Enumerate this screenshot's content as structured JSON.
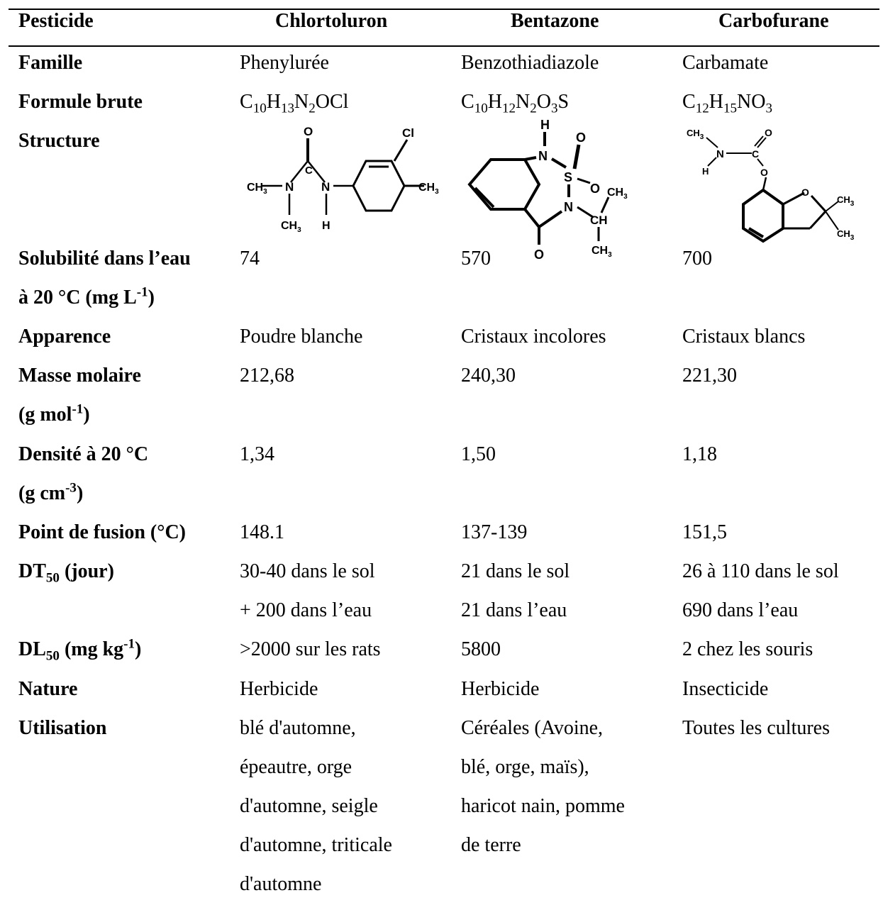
{
  "header": {
    "pesticide": "Pesticide",
    "chlortoluron": "Chlortoluron",
    "bentazone": "Bentazone",
    "carbofurane": "Carbofurane"
  },
  "famille": {
    "label": "Famille",
    "c1": "Phenylurée",
    "c2": "Benzothiadiazole",
    "c3": "Carbamate"
  },
  "formule": {
    "label": "Formule brute",
    "c1": [
      [
        "C",
        ""
      ],
      [
        "10",
        "sub"
      ],
      [
        "H",
        ""
      ],
      [
        "13",
        "sub"
      ],
      [
        "N",
        ""
      ],
      [
        "2",
        "sub"
      ],
      [
        "OCl",
        ""
      ]
    ],
    "c2": [
      [
        "C",
        ""
      ],
      [
        "10",
        "sub"
      ],
      [
        "H",
        ""
      ],
      [
        "12",
        "sub"
      ],
      [
        "N",
        ""
      ],
      [
        "2",
        "sub"
      ],
      [
        "O",
        ""
      ],
      [
        "3",
        "sub"
      ],
      [
        "S",
        ""
      ]
    ],
    "c3": [
      [
        "C",
        ""
      ],
      [
        "12",
        "sub"
      ],
      [
        "H",
        ""
      ],
      [
        "15",
        "sub"
      ],
      [
        "NO",
        ""
      ],
      [
        "3",
        "sub"
      ]
    ]
  },
  "structure": {
    "label": "Structure"
  },
  "solubilite": {
    "label1": "Solubilité dans l’eau",
    "label2": [
      [
        "à 20 °C (mg L",
        ""
      ],
      [
        "-1",
        "sup"
      ],
      [
        ")",
        ""
      ]
    ],
    "c1": "74",
    "c2": "570",
    "c3": "700"
  },
  "apparence": {
    "label": "Apparence",
    "c1": "Poudre blanche",
    "c2": "Cristaux incolores",
    "c3": "Cristaux blancs"
  },
  "masse": {
    "label1": "Masse molaire",
    "label2": [
      [
        "(g mol",
        ""
      ],
      [
        "-1",
        "sup"
      ],
      [
        ")",
        ""
      ]
    ],
    "c1": "212,68",
    "c2": "240,30",
    "c3": "221,30"
  },
  "densite": {
    "label1": "Densité à 20 °C",
    "label2": [
      [
        "(g cm",
        ""
      ],
      [
        "-3",
        "sup"
      ],
      [
        ")",
        ""
      ]
    ],
    "c1": "1,34",
    "c2": "1,50",
    "c3": "1,18"
  },
  "fusion": {
    "label": "Point de fusion (°C)",
    "c1": "148.1",
    "c2": "137-139",
    "c3": "151,5"
  },
  "dt50": {
    "label": [
      [
        "DT",
        ""
      ],
      [
        "50",
        "sub"
      ],
      [
        " (jour)",
        ""
      ]
    ],
    "c1a": "30-40 dans le sol",
    "c1b": "+ 200 dans l’eau",
    "c2a": "21 dans le sol",
    "c2b": "21 dans l’eau",
    "c3a": "26 à 110 dans le sol",
    "c3b": "690 dans l’eau"
  },
  "dl50": {
    "label": [
      [
        "DL",
        ""
      ],
      [
        "50",
        "sub"
      ],
      [
        " (mg kg",
        ""
      ],
      [
        "-1",
        "sup"
      ],
      [
        ")",
        ""
      ]
    ],
    "c1": ">2000 sur les rats",
    "c2": "5800",
    "c3": "2 chez les souris"
  },
  "nature": {
    "label": "Nature",
    "c1": "Herbicide",
    "c2": "Herbicide",
    "c3": "Insecticide"
  },
  "utilisation": {
    "label": "Utilisation",
    "c1": [
      "blé d'automne,",
      "épeautre, orge",
      "d'automne, seigle",
      "d'automne, triticale",
      "d'automne"
    ],
    "c2": [
      "Céréales (Avoine,",
      "blé, orge, maïs),",
      "haricot nain, pomme",
      "de terre"
    ],
    "c3": "Toutes les cultures"
  },
  "chem": {
    "o": "O",
    "cl": "Cl",
    "ch3": "CH",
    "three": "3",
    "n": "N",
    "h": "H",
    "c": "C",
    "s": "S",
    "ch": "CH"
  }
}
